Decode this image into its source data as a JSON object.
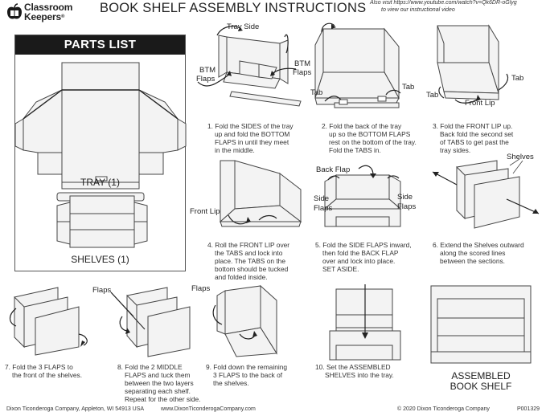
{
  "brand": {
    "line1": "Classroom",
    "line2": "Keepers",
    "reg": "®"
  },
  "title": "BOOK SHELF ASSEMBLY INSTRUCTIONS",
  "video_note": {
    "line1": "Also visit https://www.youtube.com/watch?v=Qk6DR-oGlyg",
    "line2": "to view our instructional video"
  },
  "parts_list": {
    "heading": "PARTS LIST",
    "tray": "TRAY (1)",
    "shelves": "SHELVES (1)"
  },
  "labels": {
    "tray_side": "Tray Side",
    "btm_flaps_left_1": "BTM",
    "btm_flaps_left_2": "Flaps",
    "btm_flaps_right_1": "BTM",
    "btm_flaps_right_2": "Flaps",
    "tab_a": "Tab",
    "tab_b": "Tab",
    "tab_c": "Tab",
    "tab_d": "Tab",
    "front_lip": "Front Lip",
    "front_lip_2": "Front Lip",
    "back_flap": "Back Flap",
    "side_flaps_l1": "Side",
    "side_flaps_l2": "Flaps",
    "side_flaps_r1": "Side",
    "side_flaps_r2": "Flaps",
    "shelves": "Shelves",
    "flaps_a": "Flaps",
    "flaps_b": "Flaps"
  },
  "steps": {
    "s1": [
      "1. Fold the SIDES of the tray",
      "up and fold the BOTTOM",
      "FLAPS in until they meet",
      "in the middle."
    ],
    "s2": [
      "2. Fold the back of the tray",
      "up so the BOTTOM FLAPS",
      "rest on the bottom of the tray.",
      "Fold the TABS in."
    ],
    "s3": [
      "3. Fold the FRONT LIP up.",
      "Back fold the second set",
      "of TABS to get past the",
      "tray sides."
    ],
    "s4": [
      "4. Roll the FRONT LIP over",
      "the TABS and lock into",
      "place. The TABS on the",
      "bottom should be tucked",
      "and folded inside."
    ],
    "s5": [
      "5. Fold the SIDE FLAPS inward,",
      "then fold the BACK FLAP",
      "over and lock into place.",
      "SET ASIDE."
    ],
    "s6": [
      "6. Extend the Shelves outward",
      "along the scored lines",
      "between the sections."
    ],
    "s7": [
      "7. Fold the 3 FLAPS to",
      "the front of the shelves."
    ],
    "s8": [
      "8. Fold the 2 MIDDLE",
      "FLAPS and tuck them",
      "between the two layers",
      "separating each shelf.",
      "Repeat for the other side."
    ],
    "s9": [
      "9. Fold down the remaining",
      "3 FLAPS to the back of",
      "the shelves."
    ],
    "s10": [
      "10. Set the ASSEMBLED",
      "SHELVES into the tray."
    ]
  },
  "assembled": {
    "line1": "ASSEMBLED",
    "line2": "BOOK SHELF"
  },
  "footer": {
    "left": "Dixon Ticonderoga Company, Appleton, WI 54913 USA",
    "site": "www.DixonTiconderogaCompany.com",
    "copyright": "© 2020 Dixon Ticonderoga Company",
    "code": "P001329"
  }
}
